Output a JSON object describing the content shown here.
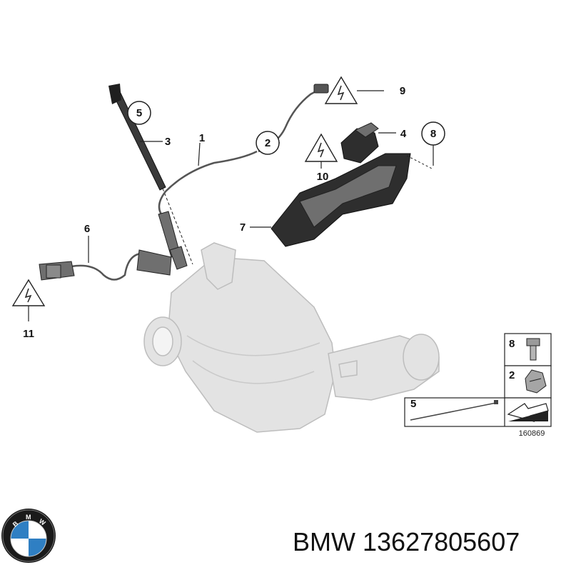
{
  "callouts": {
    "c1": "1",
    "c2": "2",
    "c3": "3",
    "c4": "4",
    "c5": "5",
    "c6": "6",
    "c7": "7",
    "c8": "8",
    "c9": "9",
    "c10": "10",
    "c11": "11"
  },
  "legend": {
    "item_a": "8",
    "item_b": "2",
    "item_c": "5",
    "diagram_number": "160869"
  },
  "caption": {
    "brand": "BMW",
    "part_number": "13627805607"
  },
  "logo": {
    "letters": "BMW",
    "colors": {
      "blue": "#2f7fc3",
      "white": "#ffffff",
      "ring": "#1a1a1a"
    }
  }
}
